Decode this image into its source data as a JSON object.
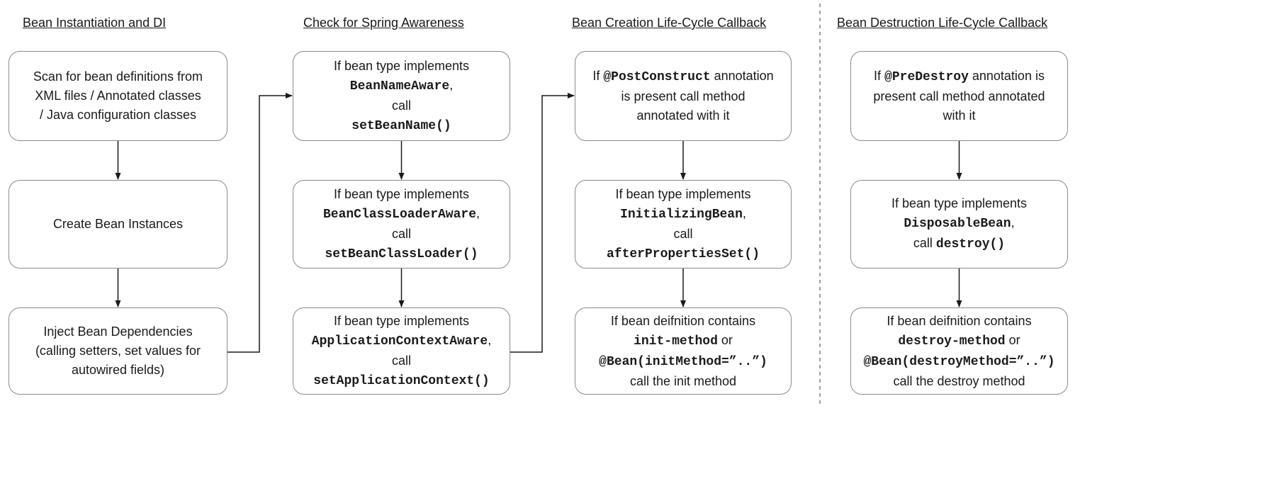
{
  "columns": [
    {
      "title": "Bean Instantiation and DI",
      "boxes": [
        {
          "lines": [
            [
              {
                "t": "Scan for bean definitions from"
              }
            ],
            [
              {
                "t": "XML files / Annotated classes"
              }
            ],
            [
              {
                "t": "/ Java configuration classes"
              }
            ]
          ]
        },
        {
          "lines": [
            [
              {
                "t": "Create Bean Instances"
              }
            ]
          ]
        },
        {
          "lines": [
            [
              {
                "t": "Inject Bean Dependencies"
              }
            ],
            [
              {
                "t": "(calling setters, set values for"
              }
            ],
            [
              {
                "t": "autowired fields)"
              }
            ]
          ]
        }
      ]
    },
    {
      "title": "Check for Spring Awareness",
      "boxes": [
        {
          "lines": [
            [
              {
                "t": "If bean type implements"
              }
            ],
            [
              {
                "t": "BeanNameAware",
                "m": true
              },
              {
                "t": ","
              }
            ],
            [
              {
                "t": "call"
              }
            ],
            [
              {
                "t": "setBeanName()",
                "m": true
              }
            ]
          ]
        },
        {
          "lines": [
            [
              {
                "t": "If bean type implements"
              }
            ],
            [
              {
                "t": "BeanClassLoaderAware",
                "m": true
              },
              {
                "t": ","
              }
            ],
            [
              {
                "t": "call"
              }
            ],
            [
              {
                "t": "setBeanClassLoader()",
                "m": true
              }
            ]
          ]
        },
        {
          "lines": [
            [
              {
                "t": "If bean type implements"
              }
            ],
            [
              {
                "t": "ApplicationContextAware",
                "m": true
              },
              {
                "t": ","
              }
            ],
            [
              {
                "t": "call"
              }
            ],
            [
              {
                "t": "setApplicationContext()",
                "m": true
              }
            ]
          ]
        }
      ]
    },
    {
      "title": "Bean Creation Life-Cycle Callback",
      "boxes": [
        {
          "lines": [
            [
              {
                "t": "If "
              },
              {
                "t": "@PostConstruct",
                "m": true
              },
              {
                "t": " annotation"
              }
            ],
            [
              {
                "t": "is present call method"
              }
            ],
            [
              {
                "t": "annotated with it"
              }
            ]
          ]
        },
        {
          "lines": [
            [
              {
                "t": "If bean type implements"
              }
            ],
            [
              {
                "t": "InitializingBean",
                "m": true
              },
              {
                "t": ","
              }
            ],
            [
              {
                "t": "call"
              }
            ],
            [
              {
                "t": "afterPropertiesSet()",
                "m": true
              }
            ]
          ]
        },
        {
          "lines": [
            [
              {
                "t": "If bean deifnition contains"
              }
            ],
            [
              {
                "t": "init-method",
                "m": true
              },
              {
                "t": " or"
              }
            ],
            [
              {
                "t": "@Bean(initMethod=”..”)",
                "m": true
              }
            ],
            [
              {
                "t": "call the init method"
              }
            ]
          ]
        }
      ]
    },
    {
      "title": "Bean Destruction Life-Cycle Callback",
      "boxes": [
        {
          "lines": [
            [
              {
                "t": "If "
              },
              {
                "t": "@PreDestroy",
                "m": true
              },
              {
                "t": " annotation is"
              }
            ],
            [
              {
                "t": "present call method annotated"
              }
            ],
            [
              {
                "t": "with it"
              }
            ]
          ]
        },
        {
          "lines": [
            [
              {
                "t": "If bean type implements"
              }
            ],
            [
              {
                "t": "DisposableBean",
                "m": true
              },
              {
                "t": ","
              }
            ],
            [
              {
                "t": "call "
              },
              {
                "t": "destroy()",
                "m": true
              }
            ]
          ]
        },
        {
          "lines": [
            [
              {
                "t": "If bean deifnition contains"
              }
            ],
            [
              {
                "t": "destroy-method",
                "m": true
              },
              {
                "t": " or"
              }
            ],
            [
              {
                "t": "@Bean(destroyMethod=”..”)",
                "m": true
              }
            ],
            [
              {
                "t": "call the destroy method"
              }
            ]
          ]
        }
      ]
    }
  ]
}
